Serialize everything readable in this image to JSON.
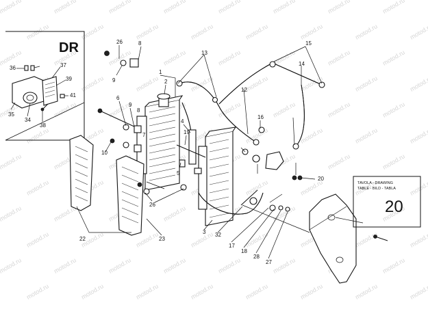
{
  "watermark": "motod.ru",
  "dr_label": "DR",
  "table_box": {
    "line1": "TAVOLA - DRAWING",
    "line2": "TABLE - BILD - TABLA",
    "number": "20"
  },
  "callouts": [
    "26",
    "8",
    "9",
    "1",
    "2",
    "3",
    "4",
    "5",
    "6",
    "7",
    "8",
    "9",
    "10",
    "12",
    "13",
    "14",
    "15",
    "16",
    "17",
    "18",
    "19",
    "20",
    "22",
    "23",
    "26",
    "27",
    "28",
    "32",
    "35",
    "34",
    "36",
    "37",
    "38",
    "39",
    "41"
  ]
}
